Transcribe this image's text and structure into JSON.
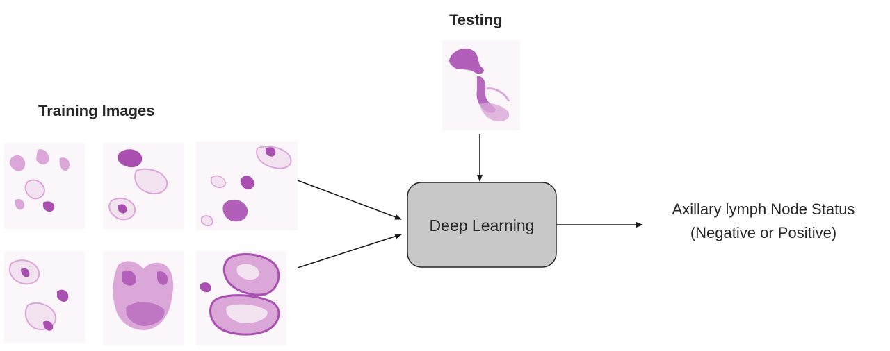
{
  "testing": {
    "title": "Testing",
    "image": "H&E whole-slide tissue thumbnail"
  },
  "training": {
    "title": "Training Images",
    "images": [
      "H&E whole-slide tissue thumbnail 1",
      "H&E whole-slide tissue thumbnail 2",
      "H&E whole-slide tissue thumbnail 3",
      "H&E whole-slide tissue thumbnail 4",
      "H&E whole-slide tissue thumbnail 5",
      "H&E whole-slide tissue thumbnail 6"
    ]
  },
  "model": {
    "label": "Deep Learning",
    "fill": "#c8c8c8",
    "stroke": "#262626"
  },
  "output": {
    "line1": "Axillary lymph Node Status",
    "line2": "(Negative or Positive)"
  },
  "colors": {
    "tissue_dark": "#a84fb0",
    "tissue_light": "#dba7d9",
    "tissue_pale": "#f3e3f1",
    "arrow": "#1a1a1a"
  }
}
